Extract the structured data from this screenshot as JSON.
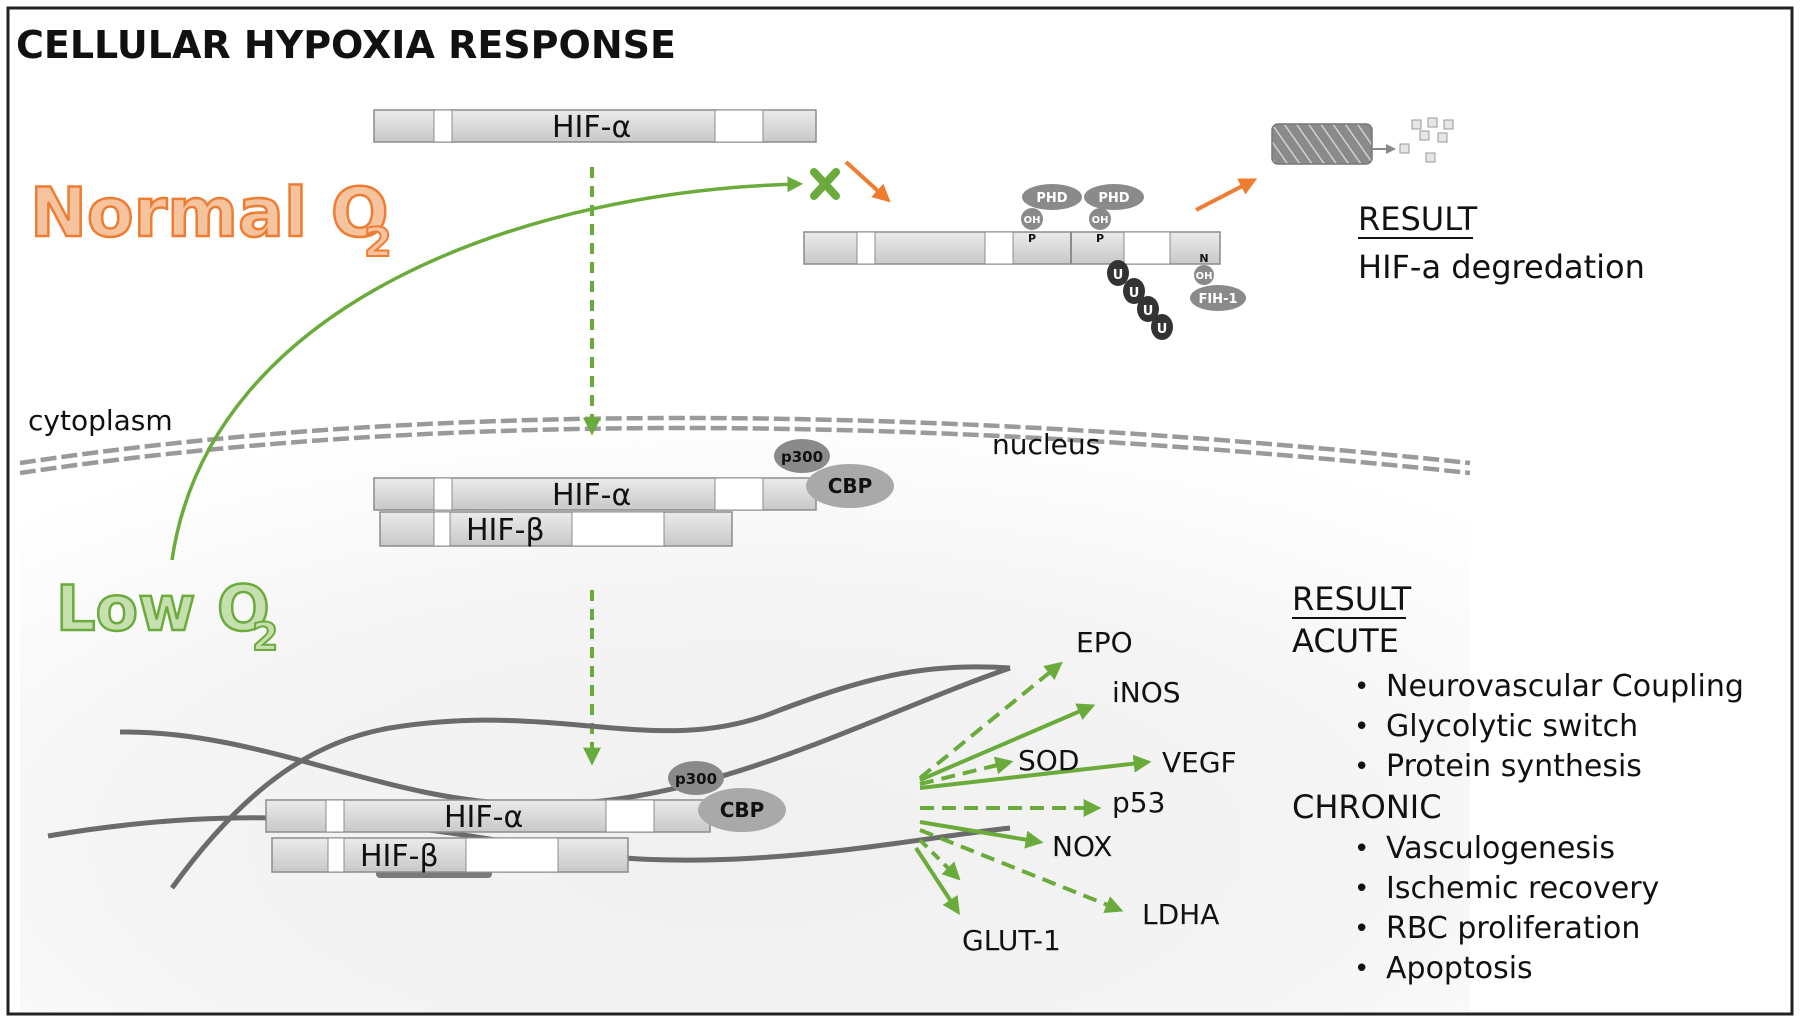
{
  "title": "CELLULAR HYPOXIA RESPONSE",
  "conditions": {
    "normal": {
      "text": "Normal O",
      "sub": "2"
    },
    "low": {
      "text": "Low O",
      "sub": "2"
    }
  },
  "compartments": {
    "cytoplasm": "cytoplasm",
    "nucleus": "nucleus"
  },
  "proteins": {
    "hif_alpha": "HIF-α",
    "hif_beta": "HIF-β",
    "p300": "p300",
    "cbp": "CBP",
    "phd": "PHD",
    "oh": "OH",
    "p": "P",
    "n": "N",
    "u": "U",
    "fih1": "FIH-1"
  },
  "normal_result": {
    "heading": "RESULT",
    "text": "HIF-a degredation"
  },
  "genes": {
    "epo": "EPO",
    "inos": "iNOS",
    "sod": "SOD",
    "vegf": "VEGF",
    "p53": "p53",
    "nox": "NOX",
    "ldha": "LDHA",
    "glut1": "GLUT-1"
  },
  "low_result": {
    "heading": "RESULT",
    "acute_label": "ACUTE",
    "acute_items": [
      "Neurovascular Coupling",
      "Glycolytic switch",
      "Protein synthesis"
    ],
    "chronic_label": "CHRONIC",
    "chronic_items": [
      "Vasculogenesis",
      "Ischemic recovery",
      "RBC proliferation",
      "Apoptosis"
    ]
  },
  "colors": {
    "green": "#6aab3c",
    "orange": "#ee7d32",
    "bar_fill": "#d9d9d9",
    "bar_stroke": "#8c8c8c",
    "dna": "#6b6b6b"
  }
}
